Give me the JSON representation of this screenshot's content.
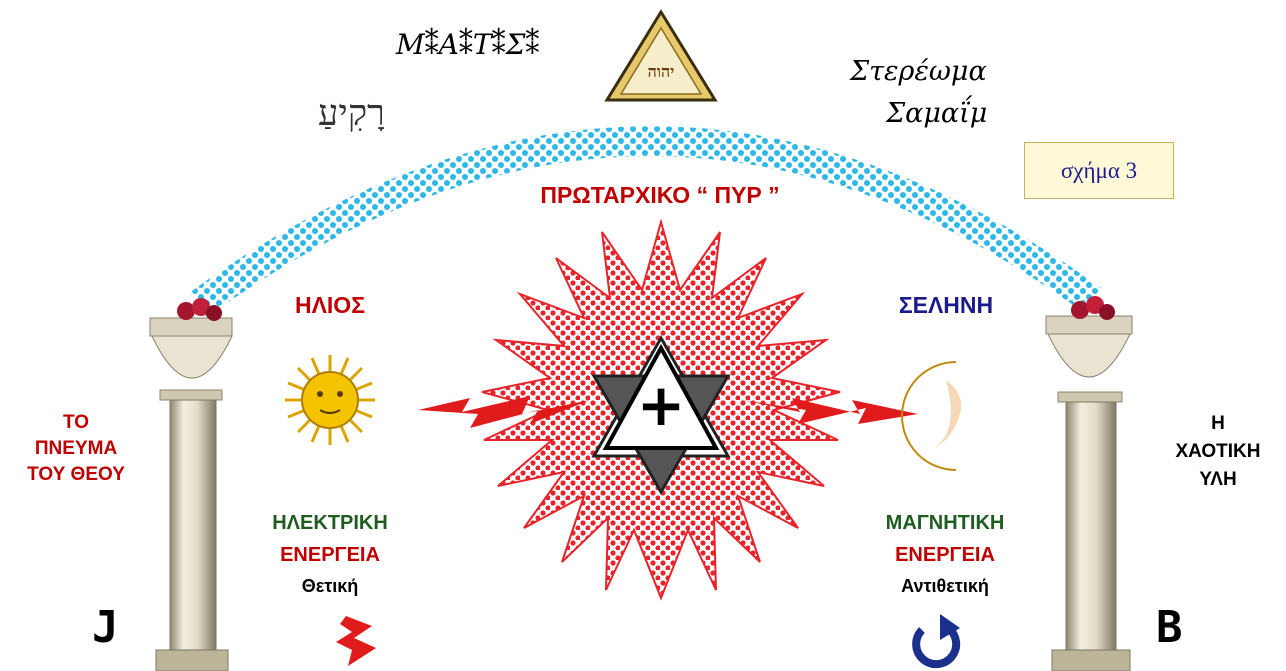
{
  "title_latin": "M⁑A⁑T⁑Σ⁑",
  "hebrew_top": "יהוה",
  "hebrew_firmament": "רָקִיעַ",
  "greek_firmament": "Στερέωμα",
  "shamaim": "Σαμαΐμ",
  "figure_label": "σχήμα 3",
  "center_title": "ΠΡΩΤΑΡΧΙΚΟ “ ΠΥΡ ”",
  "left": {
    "luminary": "ΗΛΙΟΣ",
    "energy_line1": "ΗΛΕΚΤΡΙΚΗ",
    "energy_line2": "ΕΝΕΡΓΕΙΑ",
    "polarity": "Θετική",
    "pillar_letter": "J",
    "side_text": [
      "ΤΟ",
      "ΠΝΕΥΜΑ",
      "ΤΟΥ ΘΕΟΥ"
    ]
  },
  "right": {
    "luminary": "ΣΕΛΗΝΗ",
    "energy_line1": "ΜΑΓΝΗΤΙΚΗ",
    "energy_line2": "ΕΝΕΡΓΕΙΑ",
    "polarity": "Αντιθετική",
    "pillar_letter": "B",
    "side_text": [
      "Η",
      "ΧΑΟΤΙΚΗ",
      "ΥΛΗ"
    ]
  },
  "center_symbol": "+",
  "colors": {
    "red": "#c00000",
    "green": "#1f5c1f",
    "blue": "#1b1b8c",
    "arc": "#33bbe8"
  }
}
